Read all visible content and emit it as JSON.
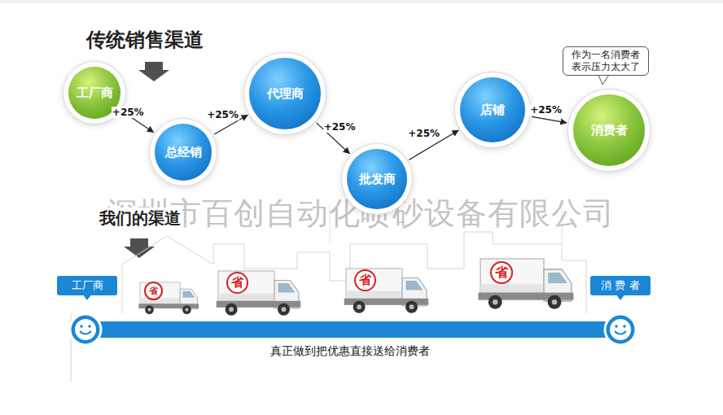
{
  "diagram": {
    "title": "传统销售渠道",
    "nodes": [
      {
        "text": [
          "工厂商"
        ]
      },
      {
        "text": [
          "总经销"
        ]
      },
      {
        "text": [
          "代理商"
        ]
      },
      {
        "text": [
          "批发商"
        ]
      },
      {
        "text": [
          "店铺"
        ]
      },
      {
        "text": [
          "消费者"
        ]
      },
      {
        "text": [
          "作为一名消费者 表示压力太大了"
        ]
      },
      {
        "text": [
          "工厂商"
        ]
      },
      {
        "text": [
          "消 费 者"
        ]
      }
    ],
    "edges": [
      {
        "from": 0,
        "to": 1,
        "label": "+25%",
        "arrow": "to"
      },
      {
        "from": 1,
        "to": 2,
        "label": "+25%",
        "arrow": "to"
      },
      {
        "from": 2,
        "to": 3,
        "label": "+25%",
        "arrow": "to"
      },
      {
        "from": 3,
        "to": 4,
        "label": "+25%",
        "arrow": "to"
      },
      {
        "from": 4,
        "to": 5,
        "label": "+25%",
        "arrow": "to"
      }
    ],
    "labels": [
      "我们的渠道",
      "省",
      "省",
      "省",
      "省",
      "真正做到把优惠直接送给消费者",
      "深圳市百创自动化喷砂设备有限公司"
    ]
  }
}
